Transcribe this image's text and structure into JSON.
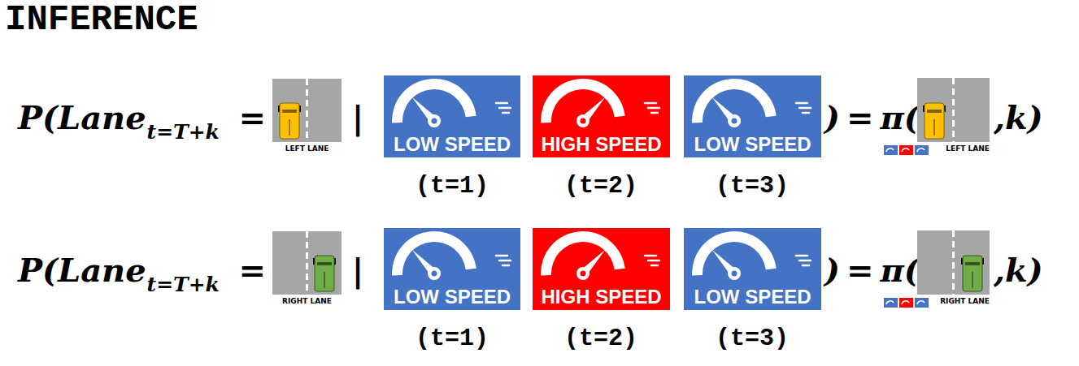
{
  "diagram": {
    "title": "INFERENCE",
    "nodes": [
      {
        "text": [
          "LEFT LANE"
        ]
      },
      {
        "text": [
          "LOW SPEED"
        ]
      },
      {
        "text": [
          "HIGH SPEED"
        ]
      },
      {
        "text": [
          "LOW SPEED"
        ]
      },
      {
        "text": [
          "LEFT LANE"
        ]
      },
      {
        "text": [
          "RIGHT LANE"
        ]
      },
      {
        "text": [
          "LOW SPEED"
        ]
      },
      {
        "text": [
          "HIGH SPEED"
        ]
      },
      {
        "text": [
          "LOW SPEED"
        ]
      },
      {
        "text": [
          "RIGHT LANE"
        ]
      }
    ],
    "labels": [
      "P(Lane",
      "t=T+k",
      "=",
      "|",
      ")",
      "=",
      "π(",
      ",k)",
      "(t=1)",
      "(t=2)",
      "(t=3)",
      "P(Lane",
      "t=T+k",
      "=",
      "|",
      ")",
      "=",
      "π(",
      ",k)",
      "(t=1)",
      "(t=2)",
      "(t=3)"
    ]
  }
}
